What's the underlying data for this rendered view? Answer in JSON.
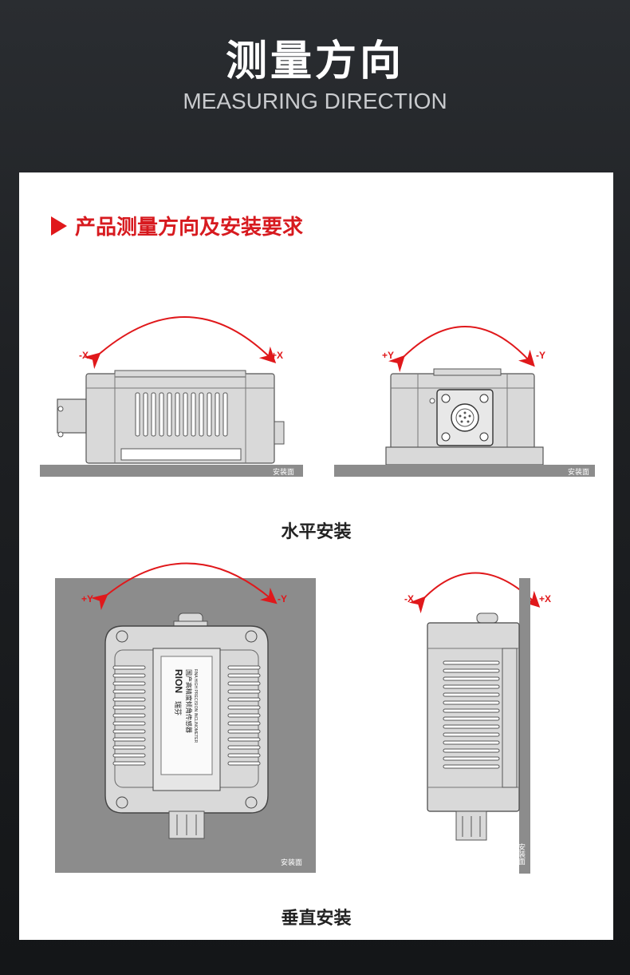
{
  "header": {
    "title": "测量方向",
    "subtitle": "MEASURING DIRECTION"
  },
  "section": {
    "title": "产品测量方向及安装要求"
  },
  "surface_label": "安装面",
  "horizontal": {
    "caption": "水平安装",
    "left_view": {
      "minus": "-X",
      "plus": "+X"
    },
    "right_view": {
      "plus": "+Y",
      "minus": "-Y"
    }
  },
  "vertical": {
    "caption": "垂直安装",
    "left_view": {
      "plus": "+Y",
      "minus": "-Y"
    },
    "right_view": {
      "minus": "-X",
      "plus": "+X"
    }
  },
  "label_plate": {
    "brand": "RION",
    "brand_cn": "瑞芬",
    "line1": "国产高精度倾角传感器",
    "line2": "RNA HIGH PRECISION INCLINOMETER"
  },
  "colors": {
    "accent": "#e0181b",
    "device_fill": "#d9d9d9",
    "device_stroke": "#555555",
    "surface": "#8c8c8c"
  }
}
